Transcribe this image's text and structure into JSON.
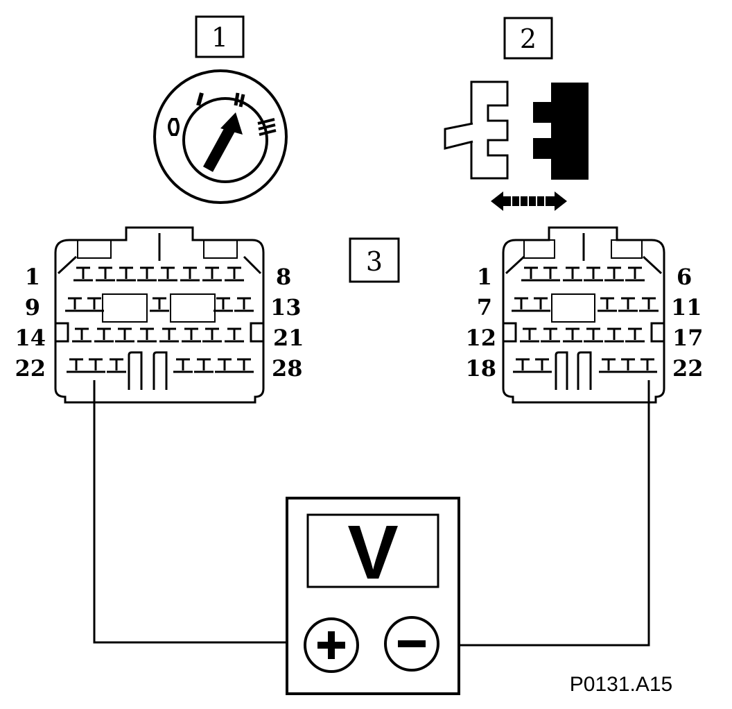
{
  "callouts": [
    {
      "id": "1",
      "label": "1"
    },
    {
      "id": "2",
      "label": "2"
    },
    {
      "id": "3",
      "label": "3"
    }
  ],
  "connector_left": {
    "row_labels_left": [
      "1",
      "9",
      "14",
      "22"
    ],
    "row_labels_right": [
      "8",
      "13",
      "21",
      "28"
    ]
  },
  "connector_right": {
    "row_labels_left": [
      "1",
      "7",
      "12",
      "18"
    ],
    "row_labels_right": [
      "6",
      "11",
      "17",
      "22"
    ]
  },
  "meter": {
    "display": "V",
    "positive_symbol": "+",
    "negative_symbol": "−"
  },
  "figure_code": "P0131.A15",
  "icons": [
    "ignition-switch-icon",
    "connector-separation-icon",
    "double-arrow-icon",
    "voltmeter-icon"
  ]
}
